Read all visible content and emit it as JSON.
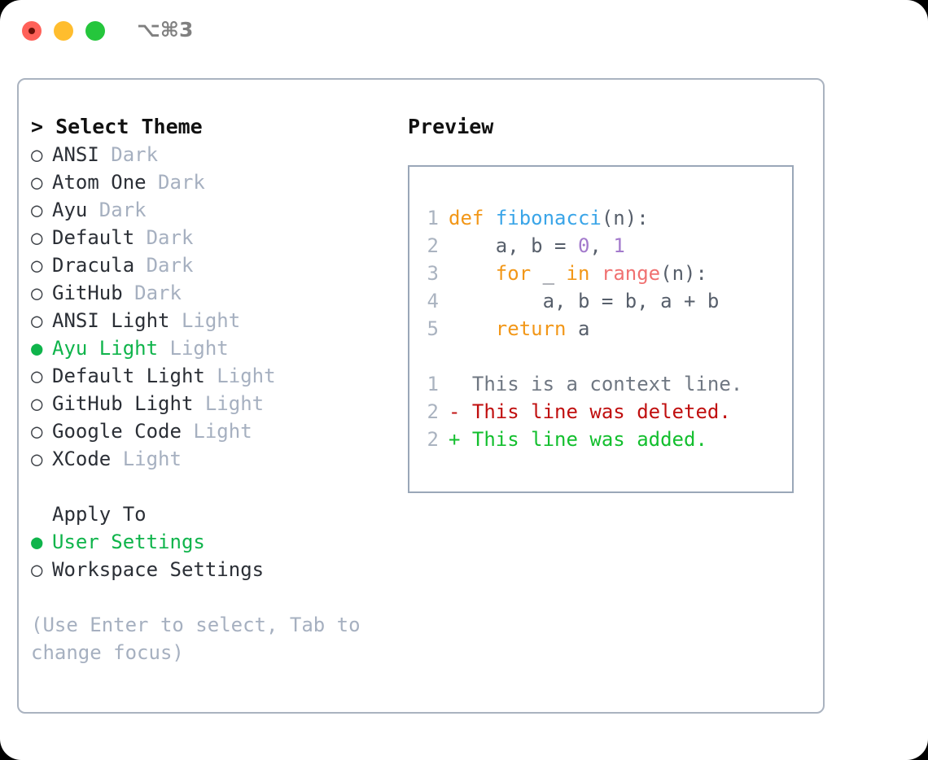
{
  "window": {
    "shortcut": "⌥⌘3",
    "traffic_lights": [
      "close-red",
      "minimize-yellow",
      "zoom-green"
    ]
  },
  "theme_picker": {
    "heading": "> Select Theme",
    "bullet_selected": "●",
    "bullet_unselected": "○",
    "options": [
      {
        "name": "ANSI",
        "variant": "Dark",
        "selected": false
      },
      {
        "name": "Atom One",
        "variant": "Dark",
        "selected": false
      },
      {
        "name": "Ayu",
        "variant": "Dark",
        "selected": false
      },
      {
        "name": "Default",
        "variant": "Dark",
        "selected": false
      },
      {
        "name": "Dracula",
        "variant": "Dark",
        "selected": false
      },
      {
        "name": "GitHub",
        "variant": "Dark",
        "selected": false
      },
      {
        "name": "ANSI Light",
        "variant": "Light",
        "selected": false
      },
      {
        "name": "Ayu Light",
        "variant": "Light",
        "selected": true
      },
      {
        "name": "Default Light",
        "variant": "Light",
        "selected": false
      },
      {
        "name": "GitHub Light",
        "variant": "Light",
        "selected": false
      },
      {
        "name": "Google Code",
        "variant": "Light",
        "selected": false
      },
      {
        "name": "XCode",
        "variant": "Light",
        "selected": false
      }
    ]
  },
  "apply_to": {
    "heading": "Apply To",
    "options": [
      {
        "name": "User Settings",
        "selected": true
      },
      {
        "name": "Workspace Settings",
        "selected": false
      }
    ]
  },
  "hint": "(Use Enter to select, Tab to change focus)",
  "preview": {
    "title": "Preview",
    "code_lines": [
      {
        "num": "1",
        "tokens": [
          {
            "t": "def",
            "c": "kw"
          },
          {
            "t": " ",
            "c": "pl"
          },
          {
            "t": "fibonacci",
            "c": "fn"
          },
          {
            "t": "(n):",
            "c": "pl"
          }
        ]
      },
      {
        "num": "2",
        "tokens": [
          {
            "t": "    a, b = ",
            "c": "pl"
          },
          {
            "t": "0",
            "c": "num"
          },
          {
            "t": ", ",
            "c": "pl"
          },
          {
            "t": "1",
            "c": "num"
          }
        ]
      },
      {
        "num": "3",
        "tokens": [
          {
            "t": "    ",
            "c": "pl"
          },
          {
            "t": "for",
            "c": "kw"
          },
          {
            "t": " _ ",
            "c": "pl"
          },
          {
            "t": "in",
            "c": "kw"
          },
          {
            "t": " ",
            "c": "pl"
          },
          {
            "t": "range",
            "c": "bi"
          },
          {
            "t": "(n):",
            "c": "pl"
          }
        ]
      },
      {
        "num": "4",
        "tokens": [
          {
            "t": "        a, b = b, a + b",
            "c": "pl"
          }
        ]
      },
      {
        "num": "5",
        "tokens": [
          {
            "t": "    ",
            "c": "pl"
          },
          {
            "t": "return",
            "c": "kw"
          },
          {
            "t": " a",
            "c": "pl"
          }
        ]
      }
    ],
    "diff_lines": [
      {
        "num": "1",
        "marker": "  ",
        "text": "This is a context line.",
        "kind": "ctx"
      },
      {
        "num": "2",
        "marker": "- ",
        "text": "This line was deleted.",
        "kind": "del"
      },
      {
        "num": "2",
        "marker": "+ ",
        "text": "This line was added.",
        "kind": "add"
      }
    ]
  },
  "colors": {
    "accent_green": "#0fb44b",
    "keyword_orange": "#f29718",
    "function_blue": "#3aa5e8",
    "number_purple": "#a37acc",
    "builtin_red": "#f07171",
    "muted_gray": "#a6b0c0",
    "diff_deleted": "#c00f0f",
    "diff_added": "#13bf2e",
    "panel_border": "#aab3c0"
  }
}
